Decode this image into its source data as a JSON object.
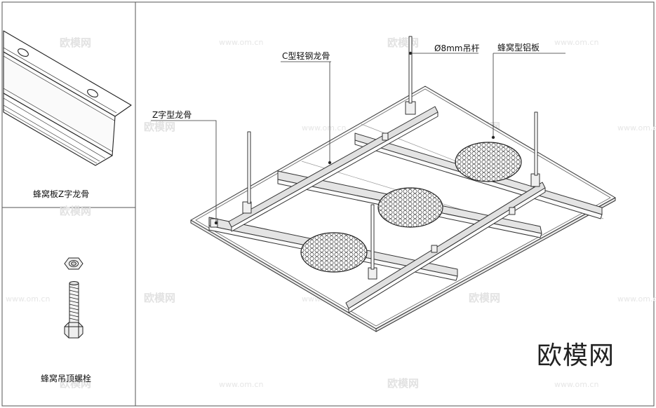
{
  "labels": {
    "z_profile_caption": "蜂窝板Z字龙骨",
    "bolt_caption": "蜂窝吊顶螺栓",
    "c_channel": "C型轻钢龙骨",
    "z_keel": "Z字型龙骨",
    "rod": "Ø8mm吊杆",
    "panel": "蜂窝型铝板",
    "brand": "欧模网"
  },
  "watermarks": {
    "logo": "欧模网",
    "url": "www.om.cn"
  }
}
